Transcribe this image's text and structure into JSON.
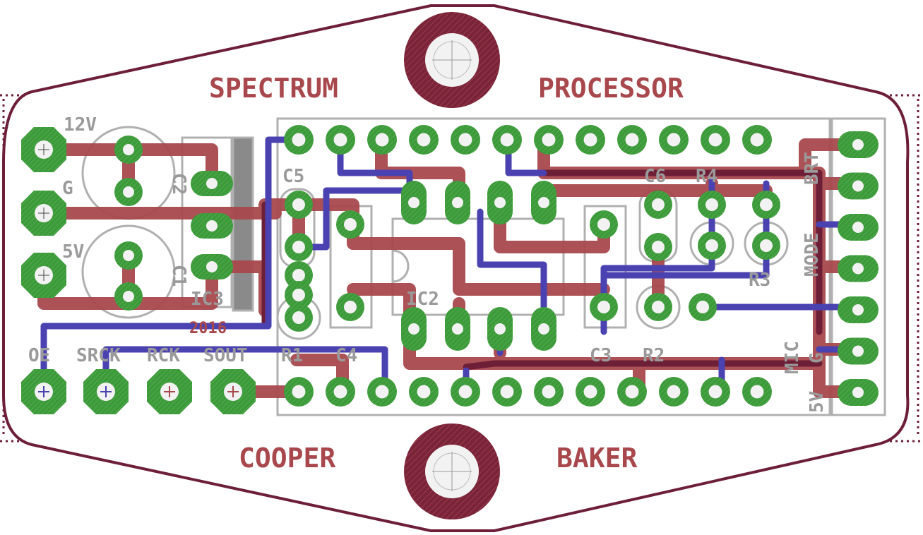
{
  "board": {
    "title_left": "SPECTRUM",
    "title_right": "PROCESSOR",
    "bottom_left": "COOPER",
    "bottom_right": "BAKER",
    "year": "2016"
  },
  "power_labels": [
    "12V",
    "G",
    "5V"
  ],
  "component_labels": {
    "c1": "C1",
    "c2": "C2",
    "c3": "C3",
    "c4": "C4",
    "c5": "C5",
    "c6": "C6",
    "r1": "R1",
    "r2": "R2",
    "r3": "R3",
    "r4": "R4",
    "ic2": "IC2",
    "ic3": "IC3"
  },
  "bottom_header_labels": [
    "OE",
    "SRCK",
    "RCK",
    "SOUT"
  ],
  "right_header_labels": [
    "BRT",
    "MODE",
    "MIC",
    "G",
    "5V"
  ],
  "colors": {
    "outline": "#6d1f38",
    "copper_top": "#a8484d",
    "copper_bottom": "#4a42b0",
    "pad": "#3d9a3a",
    "silkscreen": "#9a9a9a",
    "mount_hole": "#7a2438"
  },
  "icons": [
    "mounting-hole-icon",
    "pad-icon",
    "crosshair-icon"
  ]
}
